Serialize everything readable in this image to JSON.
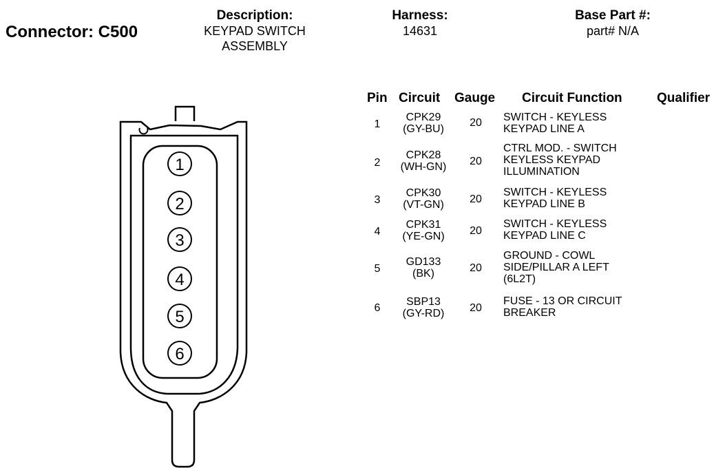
{
  "connector_title": "Connector: C500",
  "description": {
    "label": "Description:",
    "lines": [
      "KEYPAD SWITCH",
      "ASSEMBLY"
    ]
  },
  "harness": {
    "label": "Harness:",
    "value": "14631"
  },
  "base_part": {
    "label": "Base Part #:",
    "value": "part# N/A"
  },
  "table": {
    "headers": {
      "pin": "Pin",
      "circuit": "Circuit",
      "gauge": "Gauge",
      "function": "Circuit Function",
      "qualifier": "Qualifier"
    },
    "rows": [
      {
        "pin": "1",
        "circuit": "CPK29",
        "color": "(GY-BU)",
        "gauge": "20",
        "function": [
          "SWITCH - KEYLESS",
          "KEYPAD LINE A"
        ]
      },
      {
        "pin": "2",
        "circuit": "CPK28",
        "color": "(WH-GN)",
        "gauge": "20",
        "function": [
          "CTRL MOD. - SWITCH",
          "KEYLESS KEYPAD",
          "ILLUMINATION"
        ]
      },
      {
        "pin": "3",
        "circuit": "CPK30",
        "color": "(VT-GN)",
        "gauge": "20",
        "function": [
          "SWITCH - KEYLESS",
          "KEYPAD LINE B"
        ]
      },
      {
        "pin": "4",
        "circuit": "CPK31",
        "color": "(YE-GN)",
        "gauge": "20",
        "function": [
          "SWITCH - KEYLESS",
          "KEYPAD LINE C"
        ]
      },
      {
        "pin": "5",
        "circuit": "GD133",
        "color": "(BK)",
        "gauge": "20",
        "function": [
          "GROUND - COWL",
          "SIDE/PILLAR A LEFT",
          "(6L2T)"
        ]
      },
      {
        "pin": "6",
        "circuit": "SBP13",
        "color": "(GY-RD)",
        "gauge": "20",
        "function": [
          "FUSE - 13 OR CIRCUIT",
          "BREAKER"
        ]
      }
    ]
  },
  "diagram": {
    "pin_labels": [
      "1",
      "2",
      "3",
      "4",
      "5",
      "6"
    ]
  }
}
